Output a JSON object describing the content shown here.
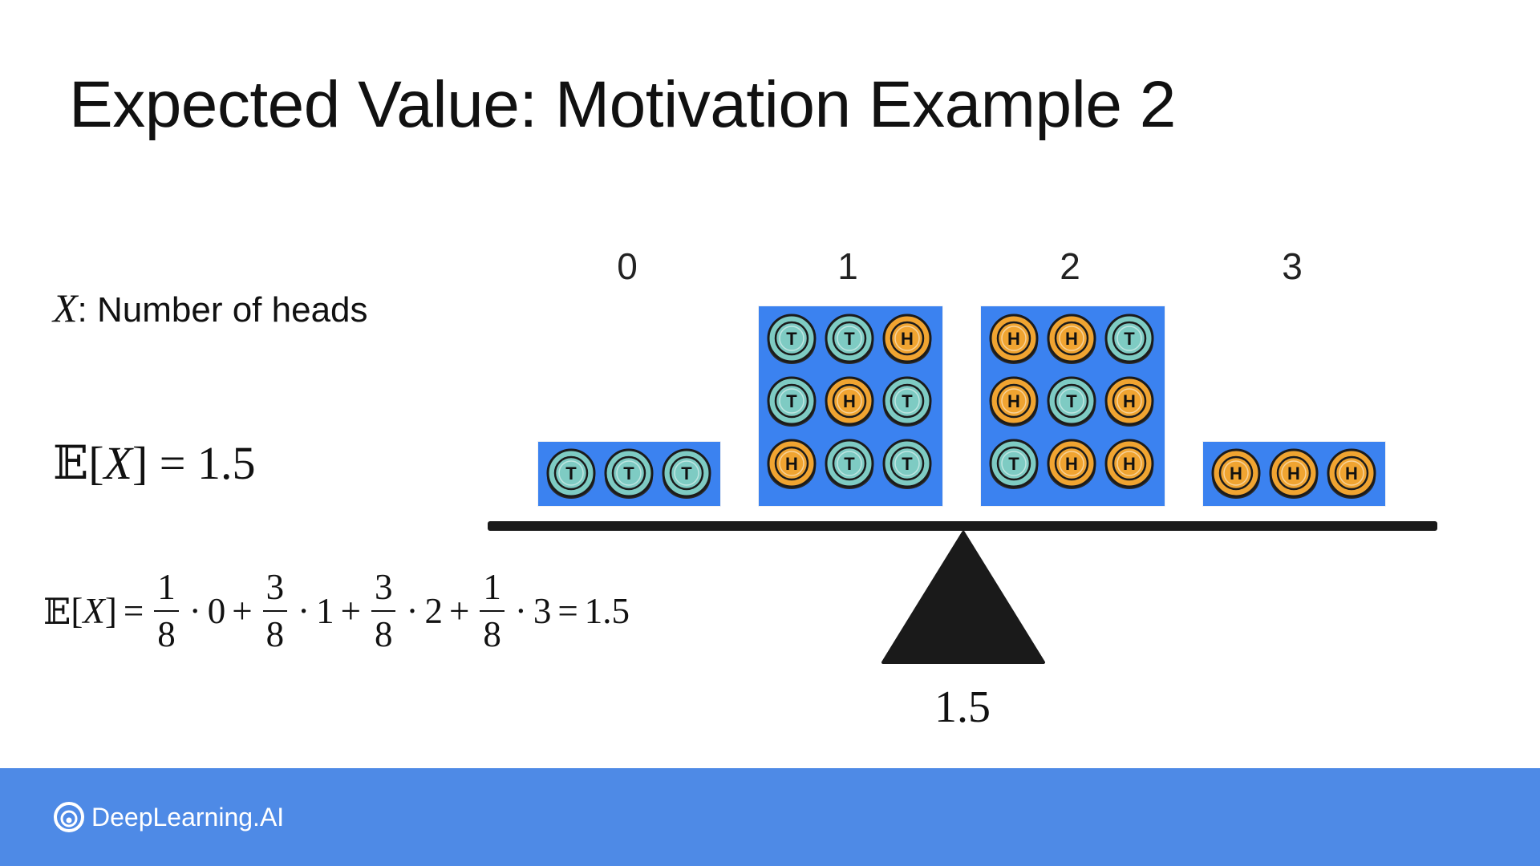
{
  "title": "Expected Value: Motivation Example 2",
  "variable": {
    "symbol": "X",
    "description": ": Number of heads"
  },
  "expectation": {
    "operator": "𝔼",
    "symbol": "X",
    "value": "1.5"
  },
  "formula": {
    "lhs_operator": "𝔼",
    "lhs_symbol": "X",
    "terms": [
      {
        "num": "1",
        "den": "8",
        "x": "0"
      },
      {
        "num": "3",
        "den": "8",
        "x": "1"
      },
      {
        "num": "3",
        "den": "8",
        "x": "2"
      },
      {
        "num": "1",
        "den": "8",
        "x": "3"
      }
    ],
    "result": "1.5"
  },
  "outcomes": [
    {
      "label": "0",
      "coins": [
        [
          "T",
          "T",
          "T"
        ]
      ]
    },
    {
      "label": "1",
      "coins": [
        [
          "T",
          "T",
          "H"
        ],
        [
          "T",
          "H",
          "T"
        ],
        [
          "H",
          "T",
          "T"
        ]
      ]
    },
    {
      "label": "2",
      "coins": [
        [
          "H",
          "H",
          "T"
        ],
        [
          "H",
          "T",
          "H"
        ],
        [
          "T",
          "H",
          "H"
        ]
      ]
    },
    {
      "label": "3",
      "coins": [
        [
          "H",
          "H",
          "H"
        ]
      ]
    }
  ],
  "balance_point_label": "1.5",
  "colors": {
    "box_blue": "#3b82f0",
    "heads_coin": "#f0a431",
    "tails_coin": "#7ecbc3",
    "footer": "#4e8ae6"
  },
  "icons": {
    "heads": "coin-heads-icon",
    "tails": "coin-tails-icon",
    "brand": "deeplearning-logo-icon"
  },
  "footer": {
    "brand": "DeepLearning.AI"
  }
}
